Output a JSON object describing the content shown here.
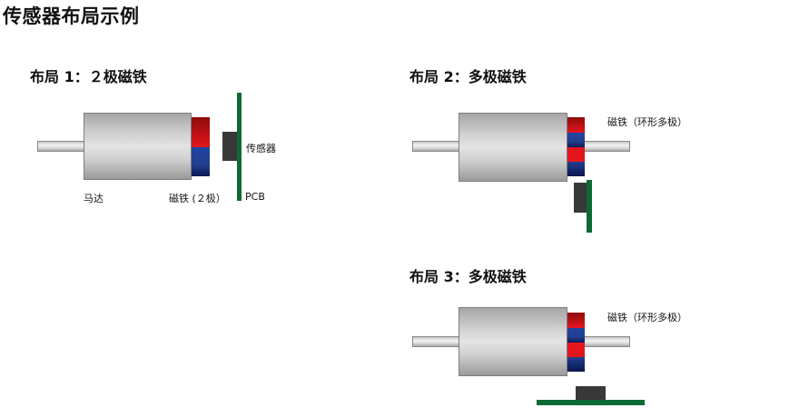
{
  "page_title": "传感器布局示例",
  "layouts": [
    {
      "heading": "布局 1：２极磁铁",
      "labels": {
        "motor": "马达",
        "magnet": "磁铁 (２极）",
        "pcb": "PCB",
        "sensor": "传感器"
      }
    },
    {
      "heading": "布局 2：多极磁铁",
      "labels": {
        "magnet": "磁铁（环形多极）"
      }
    },
    {
      "heading": "布局 3：多极磁铁",
      "labels": {
        "magnet": "磁铁（环形多极）"
      }
    }
  ],
  "colors": {
    "pcb": "#0b6b32",
    "sensor": "#383838",
    "north": "#e4161c",
    "south": "#223f8f"
  }
}
